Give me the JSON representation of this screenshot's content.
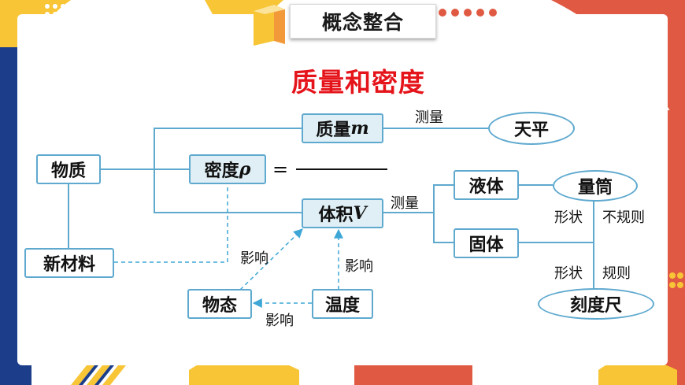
{
  "header": {
    "title": "概念整合"
  },
  "diagram": {
    "title": "质量和密度",
    "nodes": {
      "matter": "物质",
      "mass": "质量",
      "mass_symbol": "m",
      "density": "密度",
      "density_symbol": "ρ",
      "volume": "体积",
      "volume_symbol": "V",
      "new_material": "新材料",
      "state": "物态",
      "temperature": "温度",
      "balance": "天平",
      "liquid": "液体",
      "solid": "固体",
      "cylinder": "量筒",
      "ruler": "刻度尺"
    },
    "equals": "=",
    "labels": {
      "measure_mass": "测量",
      "measure_volume": "测量",
      "influence_1": "影响",
      "influence_2": "影响",
      "influence_3": "影响",
      "shape_irregular_prefix": "形状",
      "shape_irregular": "不规则",
      "shape_regular_prefix": "形状",
      "shape_regular": "规则"
    }
  },
  "colors": {
    "accent_red": "#e5141b",
    "node_border": "#5fa9cf",
    "node_fill": "#dfeff5",
    "link_line": "#5fa9cf",
    "dashed_link": "#3fa7d6",
    "deco_navy": "#1c3e8a",
    "deco_yellow": "#f7c536",
    "deco_coral": "#e05a43",
    "deco_orange": "#f29a3a"
  }
}
